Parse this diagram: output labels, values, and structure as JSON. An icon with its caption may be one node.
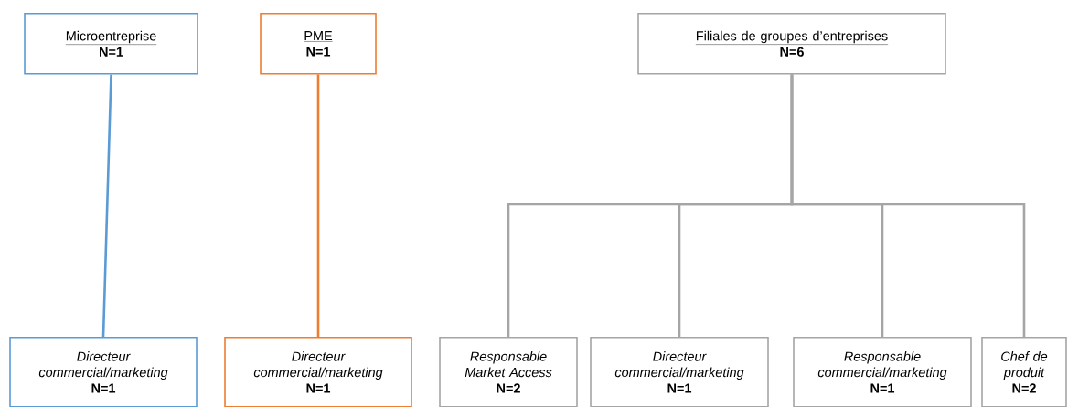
{
  "diagram": {
    "nodes": [
      {
        "text": [
          "Microentreprise",
          "N=1"
        ]
      },
      {
        "text": [
          "PME",
          "N=1"
        ]
      },
      {
        "text": [
          "Filiales de groupes d’entreprises",
          "N=6"
        ]
      },
      {
        "text": [
          "Directeur commercial/marketing",
          "N=1"
        ]
      },
      {
        "text": [
          "Directeur commercial/marketing",
          "N=1"
        ]
      },
      {
        "text": [
          "Responsable Market Access",
          "N=2"
        ]
      },
      {
        "text": [
          "Directeur commercial/marketing",
          "N=1"
        ]
      },
      {
        "text": [
          "Responsable commercial/marketing",
          "N=1"
        ]
      },
      {
        "text": [
          "Chef de produit",
          "N=2"
        ]
      }
    ],
    "edges": [
      {
        "from": 0,
        "to": 3,
        "arrow": "none",
        "color": "#5b9bd5"
      },
      {
        "from": 1,
        "to": 4,
        "arrow": "none",
        "color": "#ed7d31"
      },
      {
        "from": 2,
        "to": 5,
        "arrow": "none"
      },
      {
        "from": 2,
        "to": 6,
        "arrow": "none"
      },
      {
        "from": 2,
        "to": 7,
        "arrow": "none"
      },
      {
        "from": 2,
        "to": 8,
        "arrow": "none"
      }
    ]
  }
}
